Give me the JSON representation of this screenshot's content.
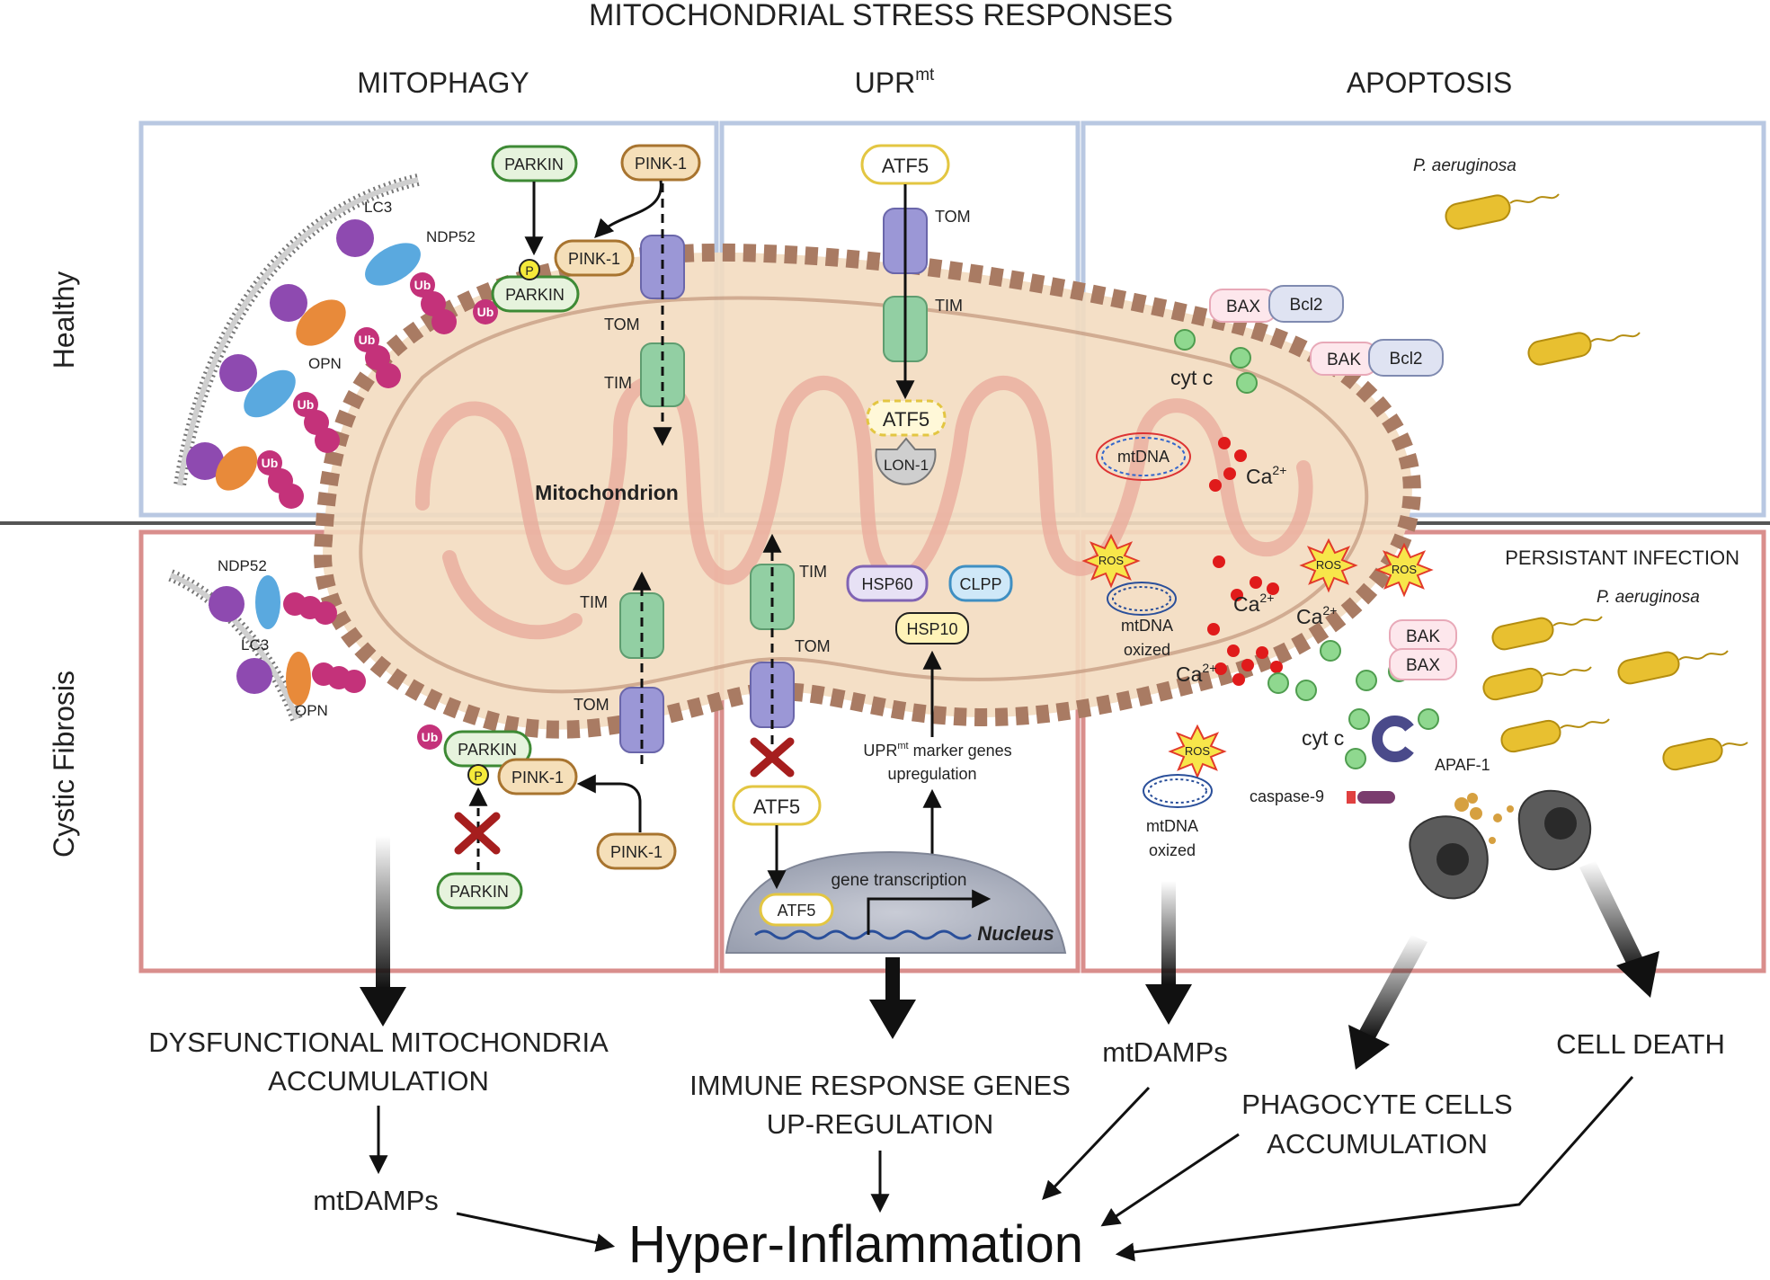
{
  "title": "MITOCHONDRIAL STRESS RESPONSES",
  "columns": {
    "mitophagy": "MITOPHAGY",
    "upr_base": "UPR",
    "upr_sup": "mt",
    "apoptosis": "APOPTOSIS"
  },
  "rows": {
    "healthy": "Healthy",
    "cf": "Cystic Fibrosis"
  },
  "mito_label": "Mitochondrion",
  "nucleus_label": "Nucleus",
  "labels": {
    "parkin": "PARKIN",
    "pink1": "PINK-1",
    "p": "P",
    "ub": "Ub",
    "lc3": "LC3",
    "ndp52": "NDP52",
    "opn": "OPN",
    "tom": "TOM",
    "tim": "TIM",
    "atf5": "ATF5",
    "lon1": "LON-1",
    "hsp60": "HSP60",
    "clpp": "CLPP",
    "hsp10": "HSP10",
    "upr_marker_1a": "UPR",
    "upr_marker_1sup": "mt",
    "upr_marker_1b": " marker genes",
    "upr_marker_2": "upregulation",
    "gene_transcription": "gene transcription",
    "p_aeruginosa": "P. aeruginosa",
    "bax": "BAX",
    "bak": "BAK",
    "bcl2": "Bcl2",
    "cyt_c": "cyt c",
    "mtdna": "mtDNA",
    "ca": "Ca",
    "ca_sup": "2+",
    "ros": "ROS",
    "mtdna_ox_1": "mtDNA",
    "mtdna_ox_2": "oxized",
    "persistant": "PERSISTANT INFECTION",
    "apaf1": "APAF-1",
    "caspase9": "caspase-9"
  },
  "outcomes": {
    "dysfunctional_1": "DYSFUNCTIONAL MITOCHONDRIA",
    "dysfunctional_2": "ACCUMULATION",
    "mtdamps": "mtDAMPs",
    "immune_1": "IMMUNE RESPONSE GENES",
    "immune_2": "UP-REGULATION",
    "phagocyte_1": "PHAGOCYTE CELLS",
    "phagocyte_2": "ACCUMULATION",
    "cell_death": "CELL DEATH",
    "hyper": "Hyper-Inflammation"
  },
  "colors": {
    "healthy_border": "#b9c8e2",
    "cf_border": "#d98e8c",
    "mito_fill": "#f3dcc0",
    "mito_outer": "#a97b63",
    "cristae": "#e9a99b",
    "tom": "#9b97d6",
    "tim": "#92cfa3",
    "parkin_fill": "#e6f3dd",
    "parkin_stroke": "#3e8a35",
    "pink_fill": "#f5dfb9",
    "pink_stroke": "#a8742f",
    "atf5_stroke": "#e3c642",
    "ub": "#c4327a",
    "purple": "#8e4ab0",
    "blue": "#5aa9df",
    "orange": "#e88a3a"
  }
}
